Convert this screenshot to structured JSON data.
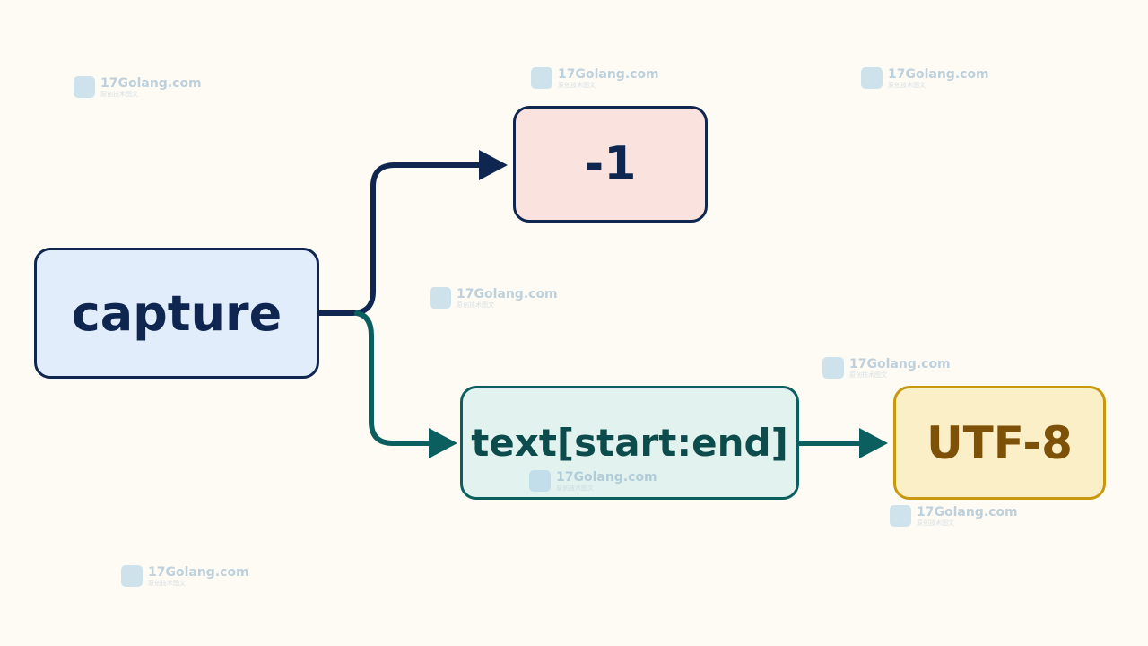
{
  "nodes": {
    "capture": "capture",
    "minus_one": "-1",
    "slice": "text[start:end]",
    "utf8": "UTF-8"
  },
  "watermark": {
    "domain": "17Golang.com",
    "sub": "原创技术图文"
  },
  "colors": {
    "background": "#fdfbf3",
    "navy": "#0f2650",
    "teal": "#0c5f5f",
    "gold": "#c8980f"
  }
}
